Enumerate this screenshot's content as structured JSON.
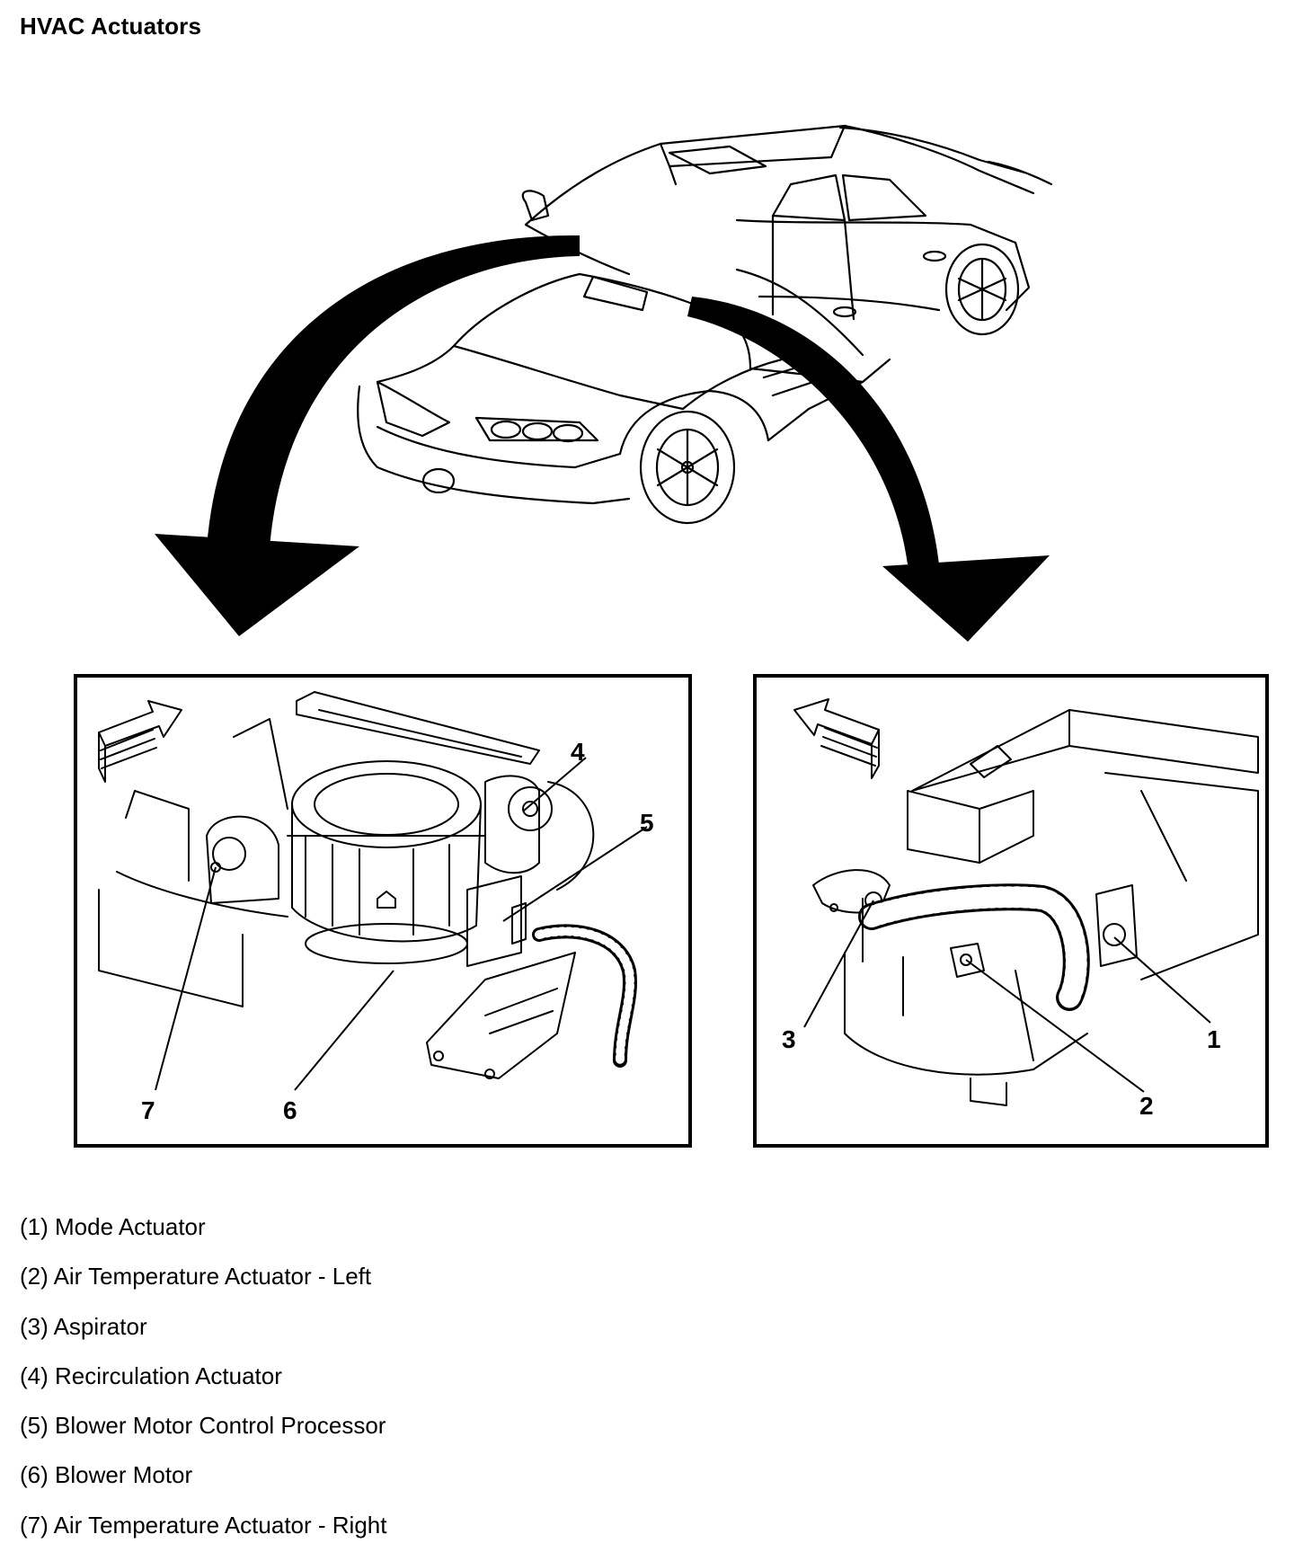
{
  "title": "HVAC Actuators",
  "callouts": {
    "c1": "1",
    "c2": "2",
    "c3": "3",
    "c4": "4",
    "c5": "5",
    "c6": "6",
    "c7": "7"
  },
  "legend": [
    "(1) Mode Actuator",
    "(2) Air Temperature Actuator - Left",
    "(3) Aspirator",
    "(4) Recirculation Actuator",
    "(5) Blower Motor Control Processor",
    "(6) Blower Motor",
    "(7) Air Temperature Actuator - Right"
  ]
}
